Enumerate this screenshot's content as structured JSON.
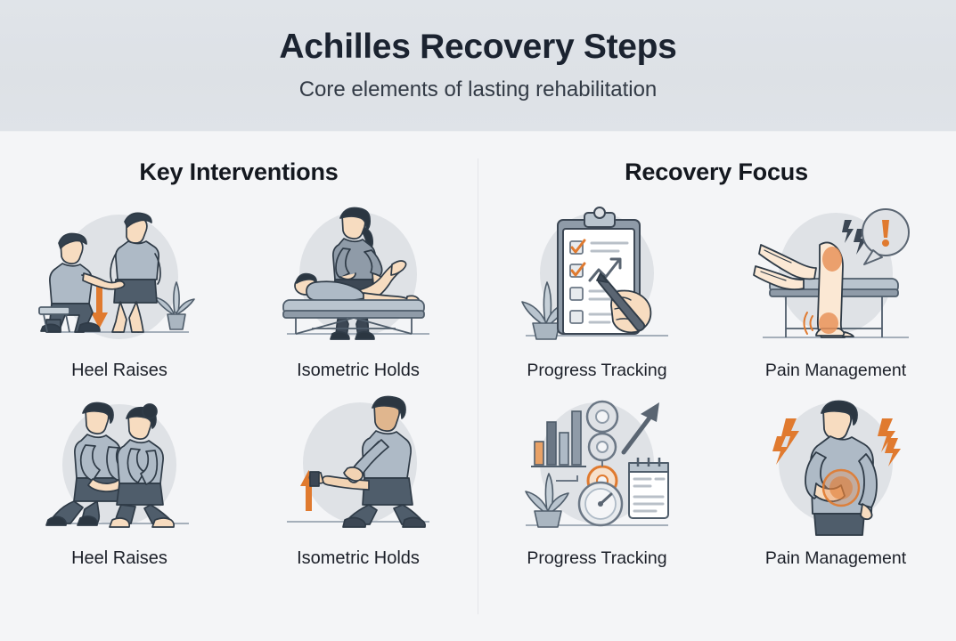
{
  "header": {
    "title": "Achilles Recovery Steps",
    "subtitle": "Core elements of lasting rehabilitation"
  },
  "colors": {
    "header_bg": "#dfe3e8",
    "page_bg": "#f4f5f7",
    "title_text": "#1b2330",
    "subtitle_text": "#323a45",
    "caption_text": "#1c2029",
    "divider": "#e4e6e9",
    "circle_backdrop": "#dfe2e6",
    "accent_orange": "#e07a2f",
    "figure_shirt": "#aebac6",
    "figure_pants": "#4f5d6b",
    "figure_outline": "#2f3b47",
    "skin": "#f7dcc0",
    "ground_line": "#9aa5b1"
  },
  "columns": [
    {
      "id": "key-interventions",
      "title": "Key Interventions",
      "items": [
        {
          "caption": "Heel Raises",
          "art": "seated-therapist-standing-patient"
        },
        {
          "caption": "Isometric Holds",
          "art": "therapist-treatment-table"
        },
        {
          "caption": "Heel Raises",
          "art": "two-people-kneeling-hands"
        },
        {
          "caption": "Isometric Holds",
          "art": "kneeling-leg-stretch"
        }
      ]
    },
    {
      "id": "recovery-focus",
      "title": "Recovery Focus",
      "items": [
        {
          "caption": "Progress Tracking",
          "art": "clipboard-checklist-hand-pen"
        },
        {
          "caption": "Pain Management",
          "art": "hands-treating-leg-pain"
        },
        {
          "caption": "Progress Tracking",
          "art": "dashboard-chart-gauge-notepad"
        },
        {
          "caption": "Pain Management",
          "art": "person-holding-side-pain"
        }
      ]
    }
  ]
}
